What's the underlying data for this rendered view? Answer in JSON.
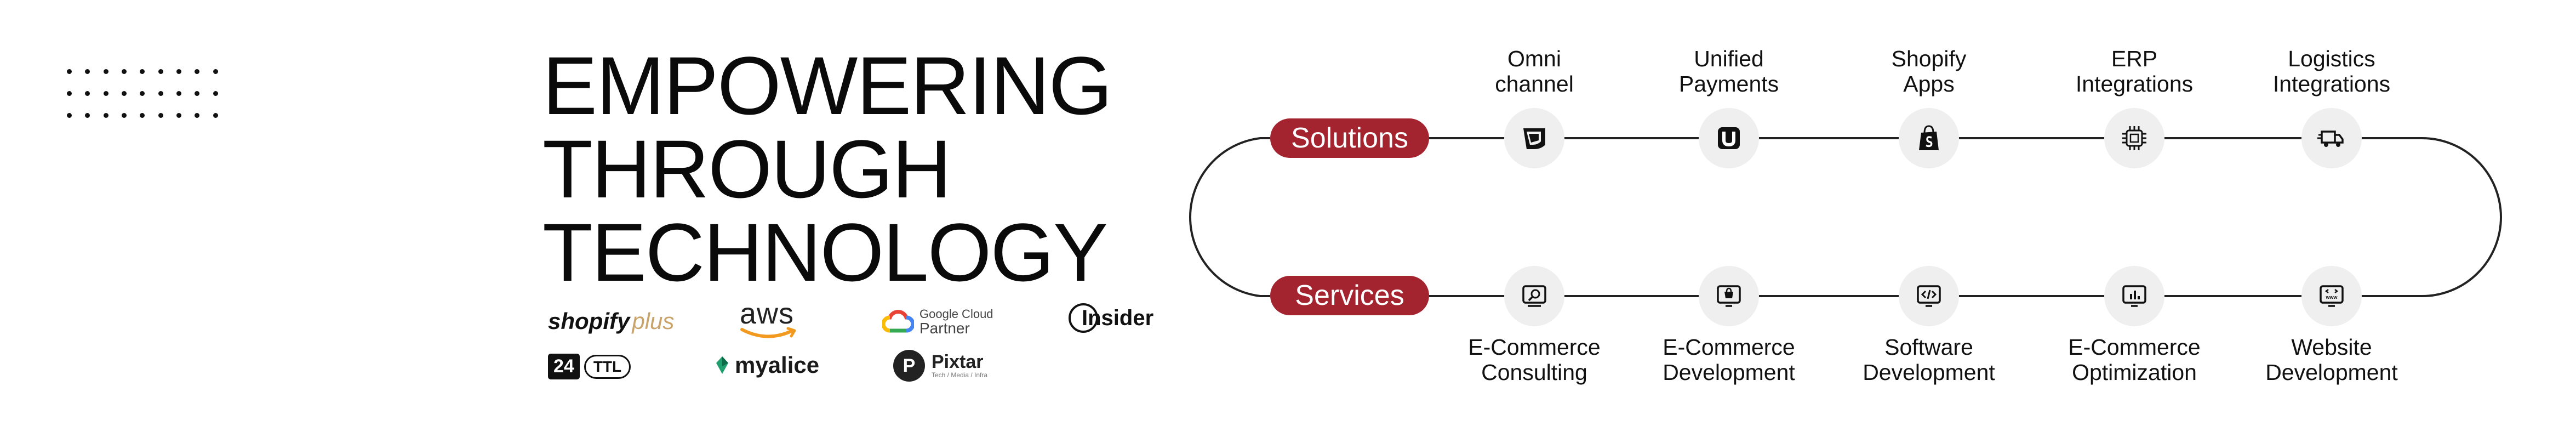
{
  "headline": {
    "line1": "EMPOWERING",
    "line2": "THROUGH",
    "line3": "TECHNOLOGY"
  },
  "partners": {
    "shopify": {
      "bold": "shopify",
      "light": "plus"
    },
    "aws": "aws",
    "google_cloud": {
      "line1": "Google Cloud",
      "line2": "Partner"
    },
    "insider": "Insider",
    "ttl": {
      "badge": "24",
      "text": "TTL"
    },
    "myalice": "myalice",
    "pixtar": {
      "initial": "P",
      "name": "Pixtar",
      "tagline": "Tech / Media / Infra"
    }
  },
  "solutions": {
    "label": "Solutions",
    "items": [
      {
        "line1": "Omni",
        "line2": "channel",
        "icon": "omnichannel-icon"
      },
      {
        "line1": "Unified",
        "line2": "Payments",
        "icon": "payments-icon"
      },
      {
        "line1": "Shopify",
        "line2": "Apps",
        "icon": "shopify-bag-icon"
      },
      {
        "line1": "ERP",
        "line2": "Integrations",
        "icon": "erp-chip-icon"
      },
      {
        "line1": "Logistics",
        "line2": "Integrations",
        "icon": "truck-icon"
      }
    ]
  },
  "services": {
    "label": "Services",
    "items": [
      {
        "line1": "E-Commerce",
        "line2": "Consulting",
        "icon": "consulting-screen-icon"
      },
      {
        "line1": "E-Commerce",
        "line2": "Development",
        "icon": "store-monitor-icon"
      },
      {
        "line1": "Software",
        "line2": "Development",
        "icon": "code-monitor-icon"
      },
      {
        "line1": "E-Commerce",
        "line2": "Optimization",
        "icon": "chart-monitor-icon"
      },
      {
        "line1": "Website",
        "line2": "Development",
        "icon": "www-monitor-icon"
      }
    ]
  },
  "colors": {
    "accent": "#a3232f",
    "node_bg": "#efefef",
    "text": "#111111"
  }
}
